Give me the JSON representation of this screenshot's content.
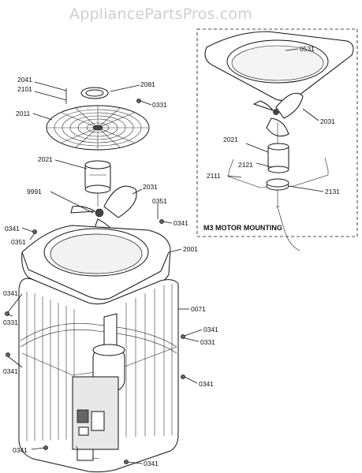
{
  "watermark": "AppliancePartsPros.com",
  "inset": {
    "title": "M3 MOTOR MOUNTING",
    "labels": [
      "0531",
      "2031",
      "2021",
      "2121",
      "2111",
      "2131"
    ]
  },
  "labels": {
    "l2041": "2041",
    "l2101": "2101",
    "l2081": "2081",
    "l0331a": "0331",
    "l2011": "2011",
    "l2021": "2021",
    "l9991": "9991",
    "l2031": "2031",
    "l0351a": "0351",
    "l0341a": "0341",
    "l0341b": "0341",
    "l0351b": "0351",
    "l2001": "2001",
    "l0341c": "0341",
    "l0071": "0071",
    "l0331b": "0331",
    "l0341d": "0341",
    "l0331c": "0331",
    "l0341e": "0341",
    "l0341f": "0341",
    "l0341g": "0341",
    "l0341h": "0341"
  }
}
